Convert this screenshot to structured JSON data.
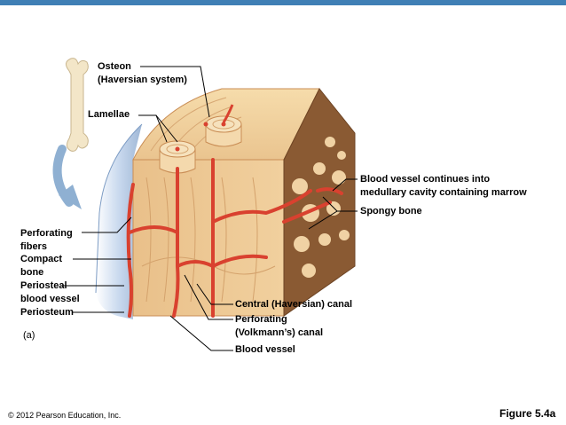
{
  "colors": {
    "top_bar": "#3f7fb5",
    "bone_light": "#f3d6a4",
    "bone_mid": "#e2b57f",
    "bone_dark": "#c98d55",
    "vessel": "#d9412f",
    "periosteum": "#c7d8ec",
    "marrow": "#8a5a33"
  },
  "labels": {
    "osteon": "Osteon\n(Haversian system)",
    "lamellae": "Lamellae",
    "blood_vessel_continues": "Blood vessel continues into\nmedullary cavity containing marrow",
    "spongy_bone": "Spongy bone",
    "perforating_fibers": "Perforating\nfibers",
    "compact_bone": "Compact\nbone",
    "periosteal_blood_vessel": "Periosteal\nblood vessel",
    "periosteum": "Periosteum",
    "part_a": "(a)",
    "central_canal": "Central (Haversian) canal",
    "perforating_canal": "Perforating\n(Volkmann’s) canal",
    "blood_vessel": "Blood vessel"
  },
  "footer": {
    "copyright": "© 2012 Pearson Education, Inc.",
    "figure": "Figure 5.4a"
  }
}
